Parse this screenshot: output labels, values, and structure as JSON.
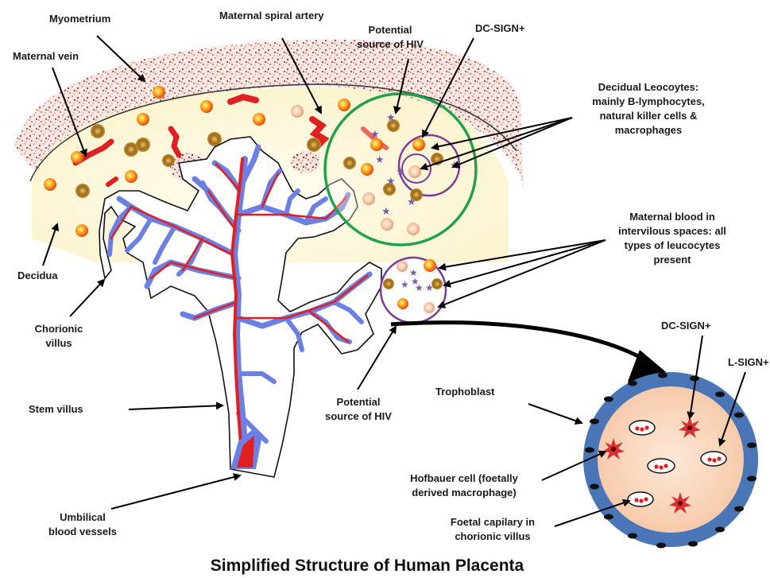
{
  "title": "Simplified Structure of Human Placenta",
  "labels": {
    "myometrium": "Myometrium",
    "maternal_spiral_artery": "Maternal spiral artery",
    "maternal_vein": "Maternal vein",
    "potential_source_hiv_top_1": "Potential",
    "potential_source_hiv_top_2": "source of HIV",
    "dc_sign_top": "DC-SIGN+",
    "decidual_leucocytes_1": "Decidual Leocoytes:",
    "decidual_leucocytes_2": "mainly B-lymphocytes,",
    "decidual_leucocytes_3": "natural killer cells &",
    "decidual_leucocytes_4": "macrophages",
    "maternal_blood_1": "Maternal blood in",
    "maternal_blood_2": "intervilous spaces: all",
    "maternal_blood_3": "types of leucocytes",
    "maternal_blood_4": "present",
    "decidua": "Decidua",
    "chorionic_villus_1": "Chorionic",
    "chorionic_villus_2": "villus",
    "stem_villus": "Stem villus",
    "umbilical_1": "Umbilical",
    "umbilical_2": "blood vessels",
    "potential_source_hiv_bottom_1": "Potential",
    "potential_source_hiv_bottom_2": "source of HIV",
    "trophoblast": "Trophoblast",
    "dc_sign_bottom": "DC-SIGN+",
    "l_sign": "L-SIGN+",
    "hofbauer_1": "Hofbauer cell (foetally",
    "hofbauer_2": "derived macrophage)",
    "foetal_cap_1": "Foetal capilary in",
    "foetal_cap_2": "chorionic villus"
  },
  "colors": {
    "myometrium": "#c83a3a",
    "decidua": "#fdf8dc",
    "vessel_blue": "#6c7fe3",
    "vessel_red": "#e02020",
    "circle_green": "#22a04a",
    "circle_purple": "#7a3a9a",
    "trophoblast_ring": "#4a76b8",
    "villus_core": "#f9d2b4"
  }
}
